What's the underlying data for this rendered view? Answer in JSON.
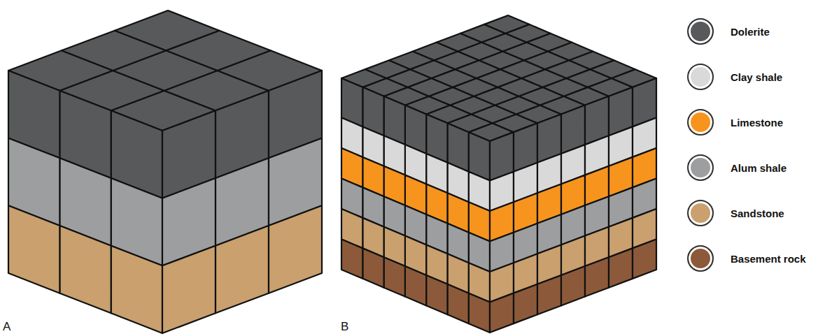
{
  "diagram": {
    "labels": [
      "A",
      "B"
    ],
    "legend": [
      {
        "text": "Dolerite",
        "color": "#58595b"
      },
      {
        "text": "Clay shale",
        "color": "#d9d9d9"
      },
      {
        "text": "Limestone",
        "color": "#f7941d"
      },
      {
        "text": "Alum shale",
        "color": "#9d9ea0"
      },
      {
        "text": "Sandstone",
        "color": "#c9a06e"
      },
      {
        "text": "Basement rock",
        "color": "#8c5a3a"
      }
    ]
  }
}
